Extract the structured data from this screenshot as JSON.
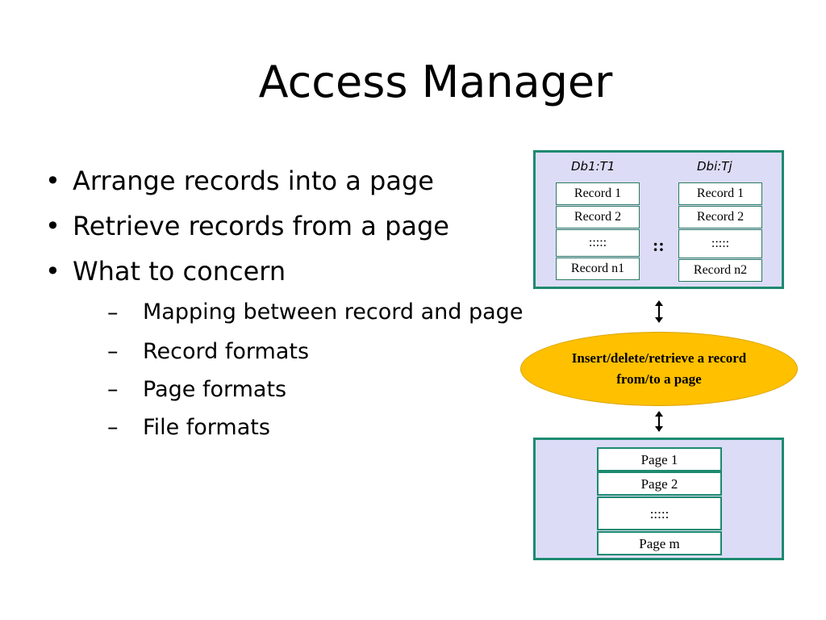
{
  "title": "Access Manager",
  "bullets": [
    {
      "mark": "•",
      "text": "Arrange records into a page"
    },
    {
      "mark": "•",
      "text": "Retrieve records from a page"
    },
    {
      "mark": "•",
      "text": "What to concern"
    }
  ],
  "sub_bullets": [
    {
      "mark": "–",
      "text": "Mapping between record and page"
    },
    {
      "mark": "–",
      "text": "Record formats"
    },
    {
      "mark": "–",
      "text": "Page formats"
    },
    {
      "mark": "–",
      "text": "File formats"
    }
  ],
  "diagram": {
    "table1": {
      "label": "Db1:T1",
      "rows": [
        "Record 1",
        "Record 2",
        ":::::",
        "Record n1"
      ]
    },
    "table2": {
      "label": "Dbi:Tj",
      "rows": [
        "Record 1",
        "Record 2",
        ":::::",
        "Record n2"
      ]
    },
    "between": "::",
    "operation": "Insert/delete/retrieve a record from/to a page",
    "pages": [
      "Page 1",
      "Page 2",
      ":::::",
      "Page m"
    ],
    "colors": {
      "panel": "#dcdcf7",
      "border": "#1e8a70",
      "ellipse": "#ffc000"
    }
  }
}
